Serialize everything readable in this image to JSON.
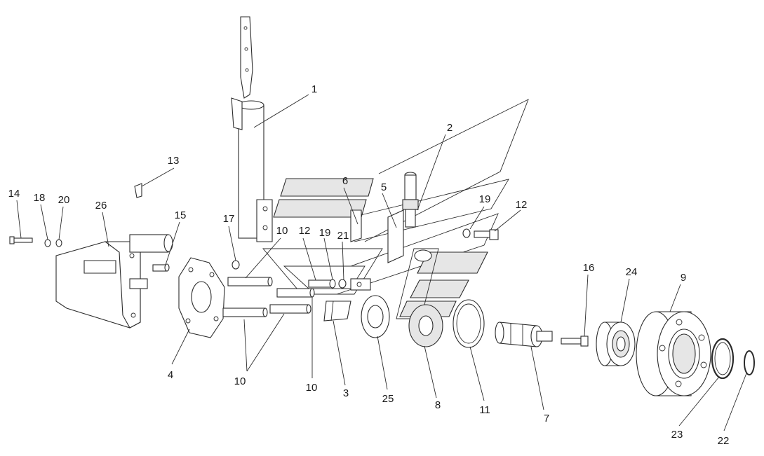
{
  "diagram": {
    "callouts": [
      {
        "id": "c1",
        "text": "1"
      },
      {
        "id": "c2",
        "text": "2"
      },
      {
        "id": "c3",
        "text": "3"
      },
      {
        "id": "c4",
        "text": "4"
      },
      {
        "id": "c5",
        "text": "5"
      },
      {
        "id": "c6",
        "text": "6"
      },
      {
        "id": "c7",
        "text": "7"
      },
      {
        "id": "c8",
        "text": "8"
      },
      {
        "id": "c9",
        "text": "9"
      },
      {
        "id": "c10a",
        "text": "10"
      },
      {
        "id": "c10b",
        "text": "10"
      },
      {
        "id": "c10c",
        "text": "10"
      },
      {
        "id": "c11",
        "text": "11"
      },
      {
        "id": "c12a",
        "text": "12"
      },
      {
        "id": "c12b",
        "text": "12"
      },
      {
        "id": "c13",
        "text": "13"
      },
      {
        "id": "c14",
        "text": "14"
      },
      {
        "id": "c15",
        "text": "15"
      },
      {
        "id": "c16",
        "text": "16"
      },
      {
        "id": "c17",
        "text": "17"
      },
      {
        "id": "c18",
        "text": "18"
      },
      {
        "id": "c19a",
        "text": "19"
      },
      {
        "id": "c19b",
        "text": "19"
      },
      {
        "id": "c20",
        "text": "20"
      },
      {
        "id": "c21",
        "text": "21"
      },
      {
        "id": "c22",
        "text": "22"
      },
      {
        "id": "c23",
        "text": "23"
      },
      {
        "id": "c24",
        "text": "24"
      },
      {
        "id": "c25",
        "text": "25"
      },
      {
        "id": "c26",
        "text": "26"
      }
    ]
  }
}
